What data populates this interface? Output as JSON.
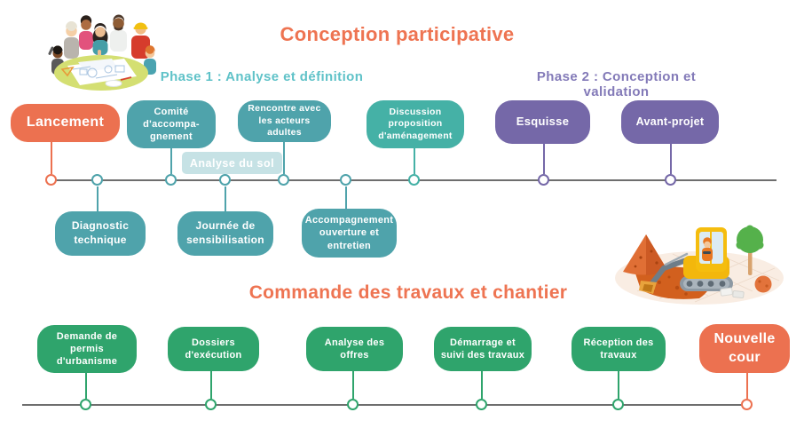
{
  "colors": {
    "orange": "#ec7150",
    "teal": "#4fa3ab",
    "teal_light": "#45b1a6",
    "purple": "#7568a8",
    "green": "#2fa46c",
    "note_bg": "#c6e2e5",
    "phase1_text": "#5fc2c8",
    "phase2_text": "#837ab8",
    "timeline_line": "#6e6e6e",
    "title_orange": "#ee7452"
  },
  "section1": {
    "title": "Conception participative",
    "phase1_label": "Phase 1 : Analyse et définition",
    "phase2_label": "Phase 2 : Conception et validation",
    "floating_note": "Analyse du sol",
    "milestones": [
      {
        "label": "Lancement",
        "side": "above",
        "color": "#ec7150"
      },
      {
        "label": "Diagnostic\ntechnique",
        "side": "below",
        "color": "#4fa3ab"
      },
      {
        "label": "Comité\nd'accompa-\ngnement",
        "side": "above",
        "color": "#4fa3ab"
      },
      {
        "label": "Journée de\nsensibilisation",
        "side": "below",
        "color": "#4fa3ab"
      },
      {
        "label": "Rencontre avec\nles acteurs\nadultes",
        "side": "above",
        "color": "#4fa3ab"
      },
      {
        "label": "Accompagnement\nouverture et\nentretien",
        "side": "below",
        "color": "#4fa3ab"
      },
      {
        "label": "Discussion\nproposition\nd'aménagement",
        "side": "above",
        "color": "#45b1a6"
      },
      {
        "label": "Esquisse",
        "side": "above",
        "color": "#7568a8"
      },
      {
        "label": "Avant-projet",
        "side": "above",
        "color": "#7568a8"
      }
    ]
  },
  "section2": {
    "title": "Commande des travaux et chantier",
    "milestones": [
      {
        "label": "Demande de\npermis\nd'urbanisme",
        "color": "#2fa46c"
      },
      {
        "label": "Dossiers\nd'exécution",
        "color": "#2fa46c"
      },
      {
        "label": "Analyse des\noffres",
        "color": "#2fa46c"
      },
      {
        "label": "Démarrage et\nsuivi des travaux",
        "color": "#2fa46c"
      },
      {
        "label": "Réception des\ntravaux",
        "color": "#2fa46c"
      },
      {
        "label": "Nouvelle\ncour",
        "color": "#ec7150"
      }
    ]
  },
  "illustrations": {
    "people": "group-around-table-illustration",
    "excavator": "excavator-worksite-illustration"
  }
}
